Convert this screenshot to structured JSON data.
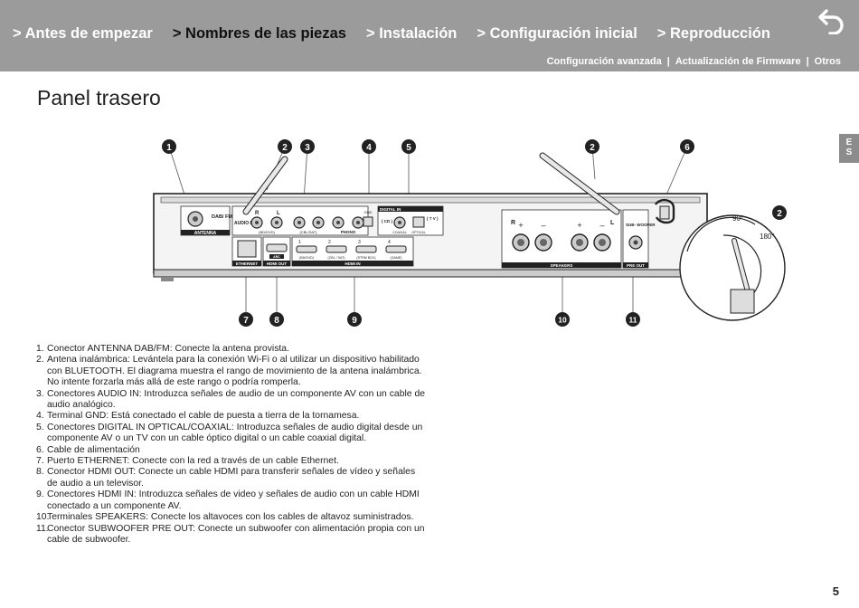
{
  "nav": {
    "items": [
      {
        "label": "> Antes de empezar"
      },
      {
        "label": "> Nombres de las piezas"
      },
      {
        "label": "> Instalación"
      },
      {
        "label": "> Configuración inicial"
      },
      {
        "label": "> Reproducción"
      }
    ],
    "sub": [
      "Configuración avanzada",
      "Actualización de Firmware",
      "Otros"
    ],
    "separator": "|",
    "back_icon": "return-arrow-icon"
  },
  "title": "Panel trasero",
  "lang_tab": [
    "E",
    "S"
  ],
  "callouts": [
    "1",
    "2",
    "3",
    "4",
    "5",
    "2",
    "6",
    "2",
    "7",
    "8",
    "9",
    "10",
    "11"
  ],
  "panel_labels": {
    "antenna": "ANTENNA",
    "dab": "DAB/\nFM",
    "audio_in": "AUDIO IN",
    "bd_dvd": "(BD/DVD)",
    "cbl_sat": "(CBL/SAT)",
    "phono": "PHONO",
    "gnd": "GND",
    "digital_in": "DIGITAL IN",
    "cd": "( CD )",
    "tv": "( T V )",
    "coaxial": "COAXIAL",
    "optical": "OPTICAL",
    "ethernet": "ETHERNET",
    "arc": "ARC",
    "hdmi_out": "HDMI OUT",
    "hdmi_in": "HDMI IN",
    "hdmi1": "(BD/DVD)",
    "hdmi2": "(CBL / SAT)",
    "hdmi3": "(STRM BOX)",
    "hdmi4": "(GAME)",
    "speakers": "SPEAKERS",
    "sub_woofer": "SUB-\nWOOFER",
    "pre_out": "PRE OUT",
    "r": "R",
    "l": "L",
    "deg90": "90°",
    "deg180": "180°"
  },
  "descriptions": [
    {
      "num": "1.",
      "text": "Conector ANTENNA DAB/FM: Conecte la antena provista."
    },
    {
      "num": "2.",
      "text": "Antena inalámbrica: Levántela para la conexión Wi-Fi o al utilizar un dispositivo habilitado con BLUETOOTH. El diagrama muestra el rango de movimiento de la antena inalámbrica. No intente forzarla más allá de este rango o podría romperla."
    },
    {
      "num": "3.",
      "text": "Conectores AUDIO IN: Introduzca señales de audio de un componente AV con un cable de audio analógico."
    },
    {
      "num": "4.",
      "text": "Terminal GND: Está conectado el cable de puesta a tierra de la tornamesa."
    },
    {
      "num": "5.",
      "text": "Conectores DIGITAL IN OPTICAL/COAXIAL: Introduzca señales de audio digital desde un componente AV o un TV con un cable óptico digital o un cable coaxial digital."
    },
    {
      "num": "6.",
      "text": "Cable de alimentación"
    },
    {
      "num": "7.",
      "text": "Puerto ETHERNET: Conecte con la red a través de un cable Ethernet."
    },
    {
      "num": "8.",
      "text": "Conector HDMI OUT: Conecte un cable HDMI para transferir señales de vídeo y señales de audio a un televisor."
    },
    {
      "num": "9.",
      "text": "Conectores HDMI IN: Introduzca señales de video y señales de audio con un cable HDMI conectado a un componente AV."
    },
    {
      "num": "10.",
      "text": "Terminales SPEAKERS: Conecte los altavoces con los cables de altavoz suministrados."
    },
    {
      "num": "11.",
      "text": "Conector SUBWOOFER PRE OUT: Conecte un subwoofer con alimentación propia con un cable de subwoofer."
    }
  ],
  "page_number": "5"
}
